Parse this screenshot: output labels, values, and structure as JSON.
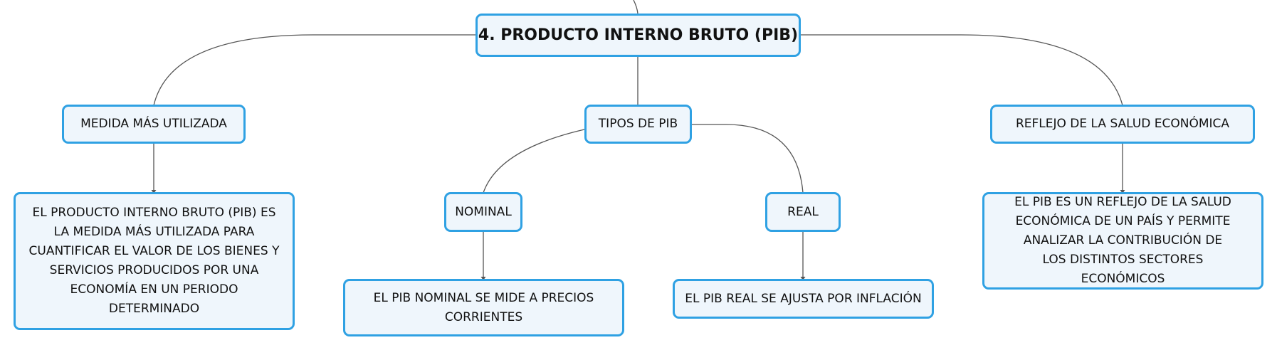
{
  "root": {
    "label": "4. PRODUCTO INTERNO BRUTO (PIB)"
  },
  "topics": [
    {
      "label": "MEDIDA MÁS UTILIZADA"
    },
    {
      "label": "TIPOS DE PIB"
    },
    {
      "label": "REFLEJO DE LA SALUD ECONÓMICA"
    }
  ],
  "subtopics": [
    {
      "label": "NOMINAL"
    },
    {
      "label": "REAL"
    }
  ],
  "details": [
    {
      "label": "EL PRODUCTO INTERNO BRUTO (PIB) ES LA MEDIDA MÁS UTILIZADA PARA CUANTIFICAR EL VALOR DE LOS BIENES Y SERVICIOS PRODUCIDOS POR UNA ECONOMÍA EN UN PERIODO DETERMINADO"
    },
    {
      "label": "EL PIB NOMINAL SE MIDE A PRECIOS CORRIENTES"
    },
    {
      "label": "EL PIB REAL SE AJUSTA POR INFLACIÓN"
    },
    {
      "label": "EL PIB ES UN REFLEJO DE LA SALUD ECONÓMICA DE UN PAÍS Y PERMITE ANALIZAR LA CONTRIBUCIÓN DE LOS DISTINTOS SECTORES ECONÓMICOS"
    }
  ],
  "colors": {
    "border": "#2fa1e3",
    "fill": "#eff6fc",
    "line": "#555555"
  }
}
